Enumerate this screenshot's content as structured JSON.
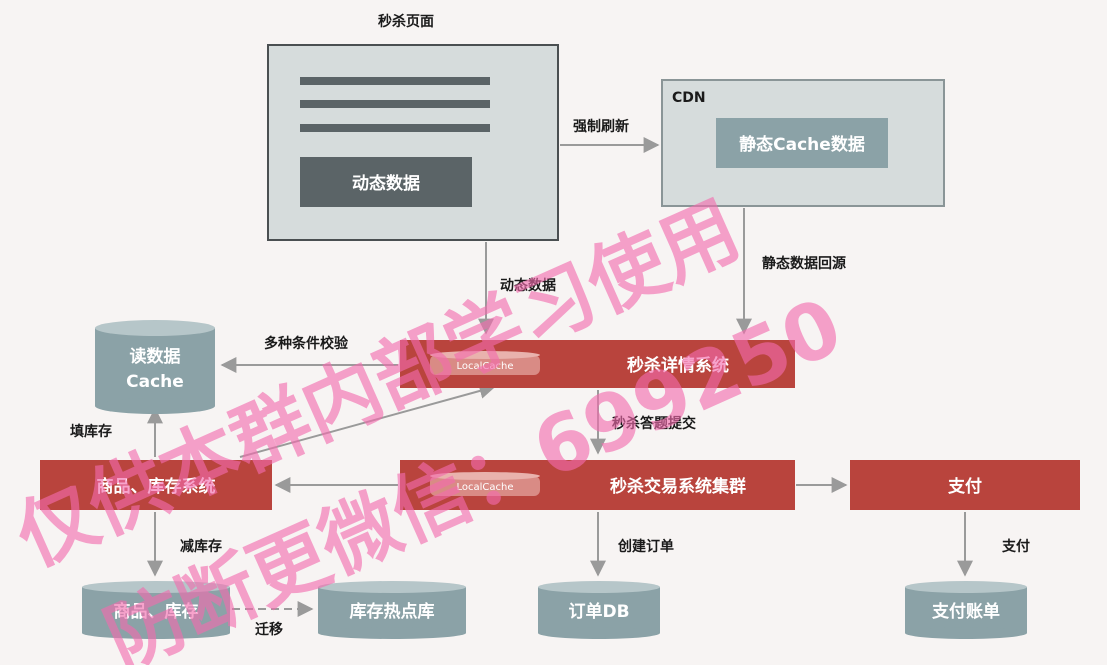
{
  "page_title": "秒杀页面",
  "cdn": {
    "label": "CDN",
    "inner": "静态Cache数据"
  },
  "dynamic_block": "动态数据",
  "cache_db": {
    "line1": "读数据",
    "line2": "Cache"
  },
  "systems": {
    "detail": "秒杀详情系统",
    "trade": "秒杀交易系统集群",
    "pay": "支付",
    "goods": "商品、库存系统"
  },
  "local_cache": "LocalCache",
  "databases": {
    "goods_stock": "商品、库存",
    "hot_stock": "库存热点库",
    "order": "订单DB",
    "pay_bill": "支付账单"
  },
  "edges": {
    "force_refresh": "强制刷新",
    "static_origin": "静态数据回源",
    "dynamic_data": "动态数据",
    "multi_check": "多种条件校验",
    "submit_answer": "秒杀答题提交",
    "fill_stock": "填库存",
    "reduce_stock": "减库存",
    "create_order": "创建订单",
    "pay": "支付",
    "migrate": "迁移"
  },
  "watermark": {
    "line1": "仅供本群内部学习使用",
    "line2": "防断更微信：699250"
  },
  "colors": {
    "system_red": "#b9443d",
    "db_teal": "#8ba2a7",
    "mock_gray": "#5b6467",
    "panel_bg": "#d6dcdc"
  }
}
